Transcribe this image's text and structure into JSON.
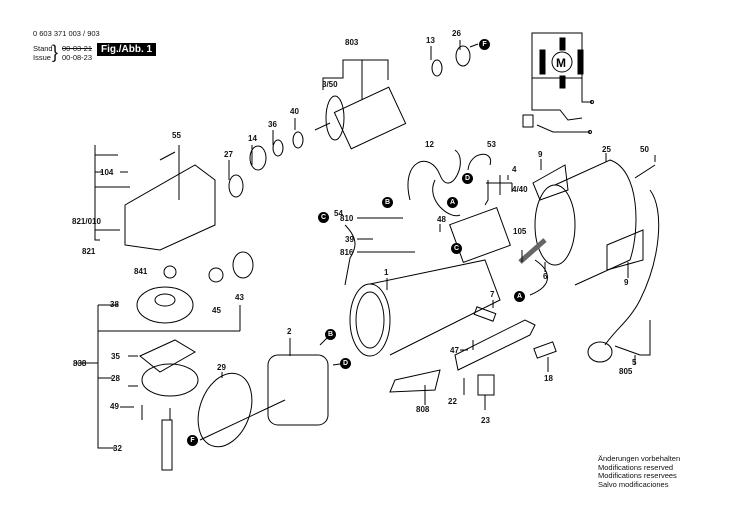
{
  "header": {
    "part_number": "0 603 371 003 / 903",
    "stand_label": "Stand",
    "issue_label": "Issue",
    "stand_date": "00-03-21",
    "issue_date": "00-08-23",
    "figure_label": "Fig./Abb. 1"
  },
  "footer_notes": [
    "Änderungen vorbehalten",
    "Modifications reserved",
    "Modifications reservees",
    "Salvo modificaciones"
  ],
  "schematic": {
    "motor_symbol": "M"
  },
  "part_labels": {
    "p803": "803",
    "p13": "13",
    "p26": "26",
    "p3_50": "3/50",
    "p55": "55",
    "p40": "40",
    "p36": "36",
    "p14": "14",
    "p27": "27",
    "p104": "104",
    "p821_010": "821/010",
    "p821": "821",
    "p12": "12",
    "p53": "53",
    "p4": "4",
    "p4_40": "4/40",
    "p9a": "9",
    "p25": "25",
    "p50": "50",
    "p810": "810",
    "p39": "39",
    "p48": "48",
    "p816": "816",
    "p54": "54",
    "p105": "105",
    "p6": "6",
    "p841": "841",
    "p45": "45",
    "p43": "43",
    "p38": "38",
    "p1": "1",
    "p2": "2",
    "p838": "838",
    "p35": "35",
    "p28": "28",
    "p49": "49",
    "p32": "32",
    "p29": "29",
    "p7": "7",
    "p47": "47",
    "p18": "18",
    "p22": "22",
    "p23": "23",
    "p808": "808",
    "p9b": "9",
    "p5": "5",
    "p805": "805"
  },
  "connection_markers": {
    "F1": "F",
    "F2": "F",
    "A1": "A",
    "A2": "A",
    "B1": "B",
    "B2": "B",
    "C1": "C",
    "C2": "C",
    "D1": "D",
    "D2": "D"
  }
}
